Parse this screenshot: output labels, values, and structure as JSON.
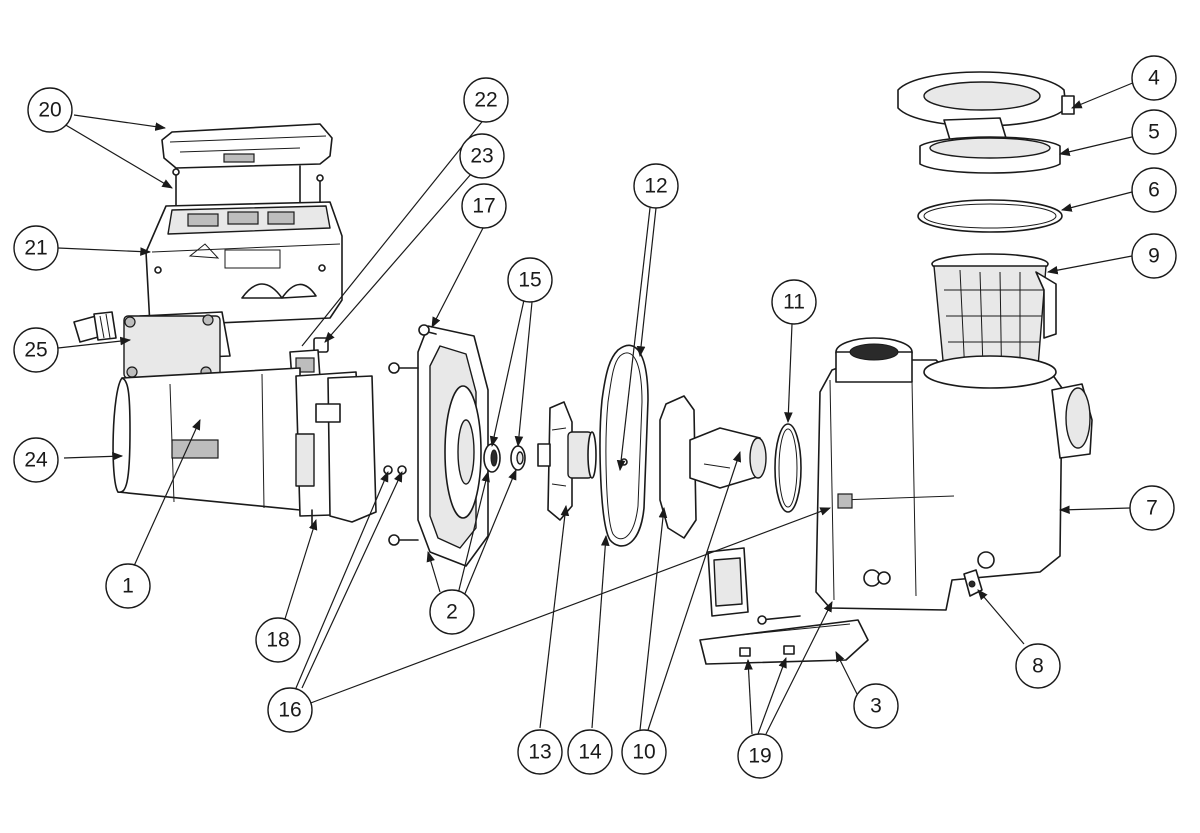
{
  "callouts": [
    {
      "label": "1"
    },
    {
      "label": "2"
    },
    {
      "label": "3"
    },
    {
      "label": "4"
    },
    {
      "label": "5"
    },
    {
      "label": "6"
    },
    {
      "label": "7"
    },
    {
      "label": "8"
    },
    {
      "label": "9"
    },
    {
      "label": "10"
    },
    {
      "label": "11"
    },
    {
      "label": "12"
    },
    {
      "label": "13"
    },
    {
      "label": "14"
    },
    {
      "label": "15"
    },
    {
      "label": "16"
    },
    {
      "label": "17"
    },
    {
      "label": "18"
    },
    {
      "label": "19"
    },
    {
      "label": "20"
    },
    {
      "label": "21"
    },
    {
      "label": "22"
    },
    {
      "label": "23"
    },
    {
      "label": "24"
    },
    {
      "label": "25"
    }
  ],
  "colors": {
    "ink": "#1a1a1a",
    "paper": "#ffffff",
    "shade": "#e8e8e8"
  }
}
